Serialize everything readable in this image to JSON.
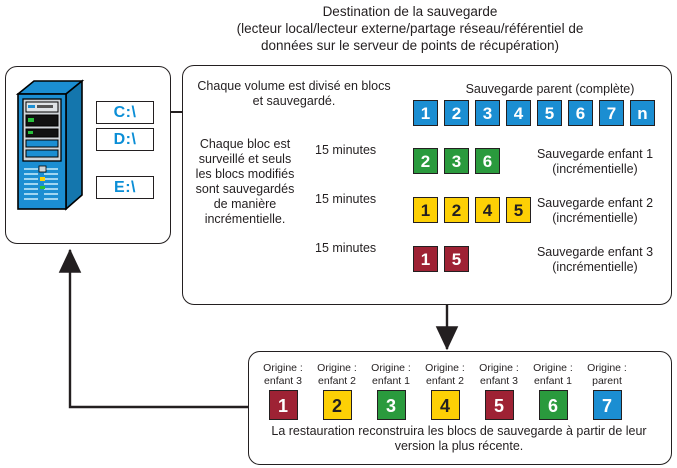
{
  "title": {
    "line1": "Destination de la sauvegarde",
    "line2": "(lecteur local/lecteur externe/partage réseau/référentiel de",
    "line3": "données sur le serveur de points de récupération)"
  },
  "server": {
    "icon": "server-tower-icon",
    "drives": [
      {
        "name": "drive-c",
        "label": "C:\\"
      },
      {
        "name": "drive-d",
        "label": "D:\\"
      },
      {
        "name": "drive-e",
        "label": "E:\\"
      }
    ]
  },
  "backup": {
    "desc_top": "Chaque volume est divisé en blocs et sauvegardé.",
    "desc_left": "Chaque bloc est surveillé et seuls les blocs modifiés sont sauvegardés de manière incrémentielle.",
    "interval_labels": [
      "15 minutes",
      "15 minutes",
      "15 minutes"
    ],
    "rows": [
      {
        "name": "parent-backup",
        "heading": "Sauvegarde parent (complète)",
        "color": "blue",
        "color_hex": "#1b8ed2",
        "blocks": [
          "1",
          "2",
          "3",
          "4",
          "5",
          "6",
          "7",
          "n"
        ]
      },
      {
        "name": "child-backup-1",
        "heading": "Sauvegarde enfant 1\n(incrémentielle)",
        "heading_line1": "Sauvegarde enfant 1",
        "heading_line2": "(incrémentielle)",
        "color": "green",
        "color_hex": "#2a9a3d",
        "blocks": [
          "2",
          "3",
          "6"
        ]
      },
      {
        "name": "child-backup-2",
        "heading_line1": "Sauvegarde enfant 2",
        "heading_line2": "(incrémentielle)",
        "color": "yellow",
        "color_hex": "#fdd005",
        "blocks": [
          "1",
          "2",
          "4",
          "5"
        ]
      },
      {
        "name": "child-backup-3",
        "heading_line1": "Sauvegarde enfant 3",
        "heading_line2": "(incrémentielle)",
        "color": "red",
        "color_hex": "#9e2234",
        "blocks": [
          "1",
          "5"
        ]
      }
    ]
  },
  "restore": {
    "items": [
      {
        "origin": "Origine :\nenfant 3",
        "block": "1",
        "color": "red"
      },
      {
        "origin": "Origine :\nenfant 2",
        "block": "2",
        "color": "yellow"
      },
      {
        "origin": "Origine :\nenfant 1",
        "block": "3",
        "color": "green"
      },
      {
        "origin": "Origine :\nenfant 2",
        "block": "4",
        "color": "yellow"
      },
      {
        "origin": "Origine :\nenfant 3",
        "block": "5",
        "color": "red"
      },
      {
        "origin": "Origine :\nenfant 1",
        "block": "6",
        "color": "green"
      },
      {
        "origin": "Origine :\nparent",
        "block": "7",
        "color": "blue"
      }
    ],
    "caption": "La restauration reconstruira les blocs de sauvegarde à partir de leur version la plus récente."
  },
  "colors": {
    "blue": "#1b8ed2",
    "green": "#2a9a3d",
    "yellow": "#fdd005",
    "red": "#9e2234",
    "outline": "#231f20",
    "drive_text": "#0b8ed6"
  }
}
